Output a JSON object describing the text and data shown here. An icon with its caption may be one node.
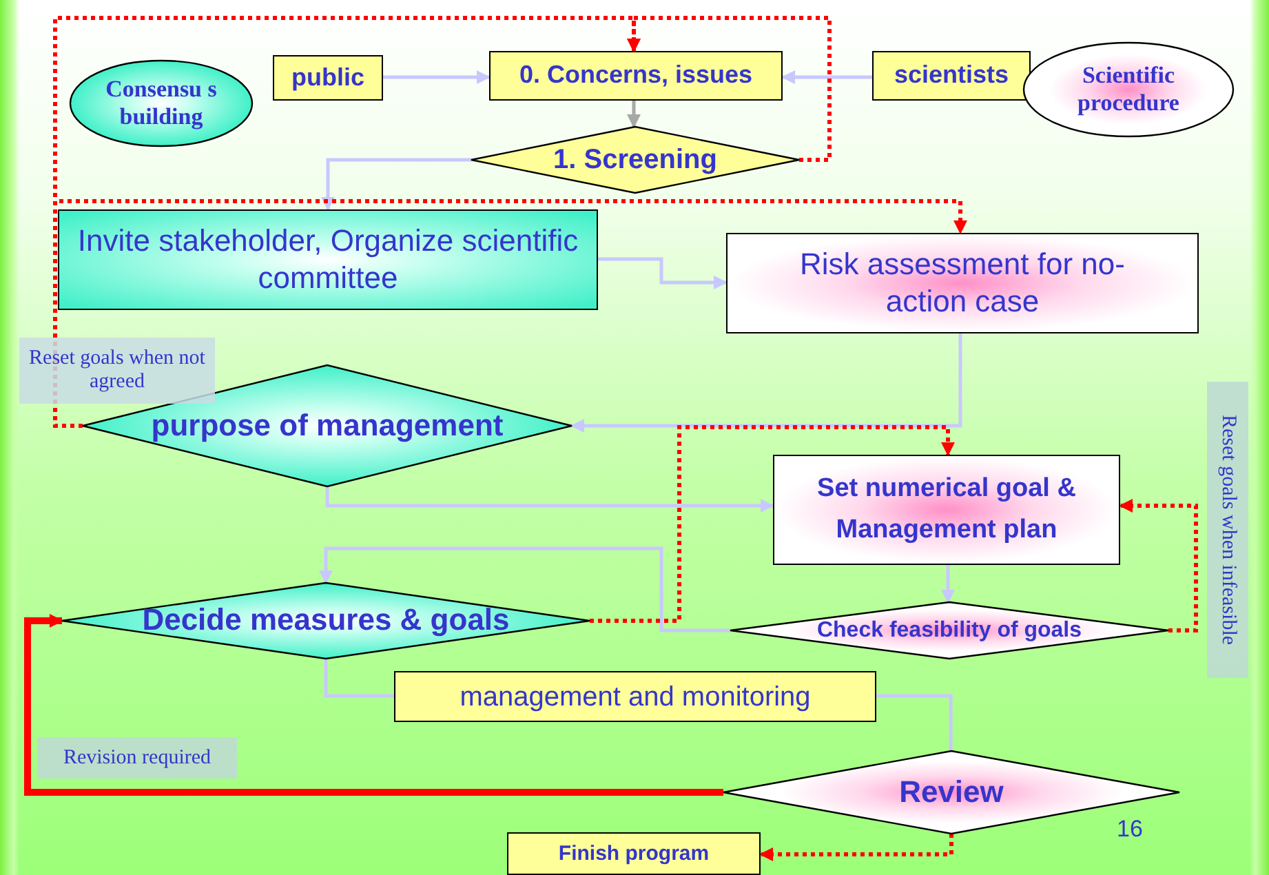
{
  "diagram": {
    "nodes": [
      {
        "text": [
          "Consensu s building"
        ]
      },
      {
        "text": [
          "public"
        ]
      },
      {
        "text": [
          "0. Concerns, issues"
        ]
      },
      {
        "text": [
          "scientists"
        ]
      },
      {
        "text": [
          "Scientific procedure"
        ]
      },
      {
        "text": [
          "1. Screening"
        ]
      },
      {
        "text": [
          "Invite stakeholder, Organize scientific committee"
        ]
      },
      {
        "text": [
          "Risk assessment for no-action case"
        ]
      },
      {
        "text": [
          "purpose of management"
        ]
      },
      {
        "text": [
          "Set numerical goal & Management plan"
        ]
      },
      {
        "text": [
          "Decide measures & goals"
        ]
      },
      {
        "text": [
          "Check feasibility of goals"
        ]
      },
      {
        "text": [
          "management and monitoring"
        ]
      },
      {
        "text": [
          "Review"
        ]
      },
      {
        "text": [
          "Finish program"
        ]
      }
    ],
    "edges": [
      {
        "from": 1,
        "to": 2,
        "arrow": "to"
      },
      {
        "from": 3,
        "to": 2,
        "arrow": "to"
      },
      {
        "from": 2,
        "to": 5,
        "arrow": "to",
        "color": "#a8a8a8"
      },
      {
        "from": 5,
        "to": 2,
        "arrow": "to",
        "style": "dashed",
        "color": "#ff0000"
      },
      {
        "from": 8,
        "to": 2,
        "arrow": "to",
        "style": "dashed",
        "color": "#ff0000"
      },
      {
        "from": 5,
        "to": 6,
        "arrow": "to"
      },
      {
        "from": 8,
        "to": 7,
        "arrow": "to",
        "style": "dashed",
        "color": "#ff0000"
      },
      {
        "from": 6,
        "to": 7,
        "arrow": "to"
      },
      {
        "from": 7,
        "to": 8,
        "arrow": "to"
      },
      {
        "from": 8,
        "to": 9,
        "arrow": "to"
      },
      {
        "from": 9,
        "to": 11,
        "arrow": "to"
      },
      {
        "from": 11,
        "to": 10,
        "arrow": "to"
      },
      {
        "from": 10,
        "to": 9,
        "arrow": "to",
        "style": "dashed",
        "color": "#ff0000"
      },
      {
        "from": 11,
        "to": 9,
        "arrow": "to",
        "style": "dashed",
        "color": "#ff0000"
      },
      {
        "from": 10,
        "to": 12,
        "arrow": "none"
      },
      {
        "from": 12,
        "to": 13,
        "arrow": "none"
      },
      {
        "from": 13,
        "to": 10,
        "arrow": "to",
        "style": "thick",
        "color": "#ff0000"
      },
      {
        "from": 13,
        "to": 14,
        "arrow": "to",
        "style": "dashed",
        "color": "#ff0000"
      }
    ],
    "labels": [
      "Reset goals when not agreed",
      "Reset goals when infeasible",
      "Revision required",
      "16"
    ]
  }
}
